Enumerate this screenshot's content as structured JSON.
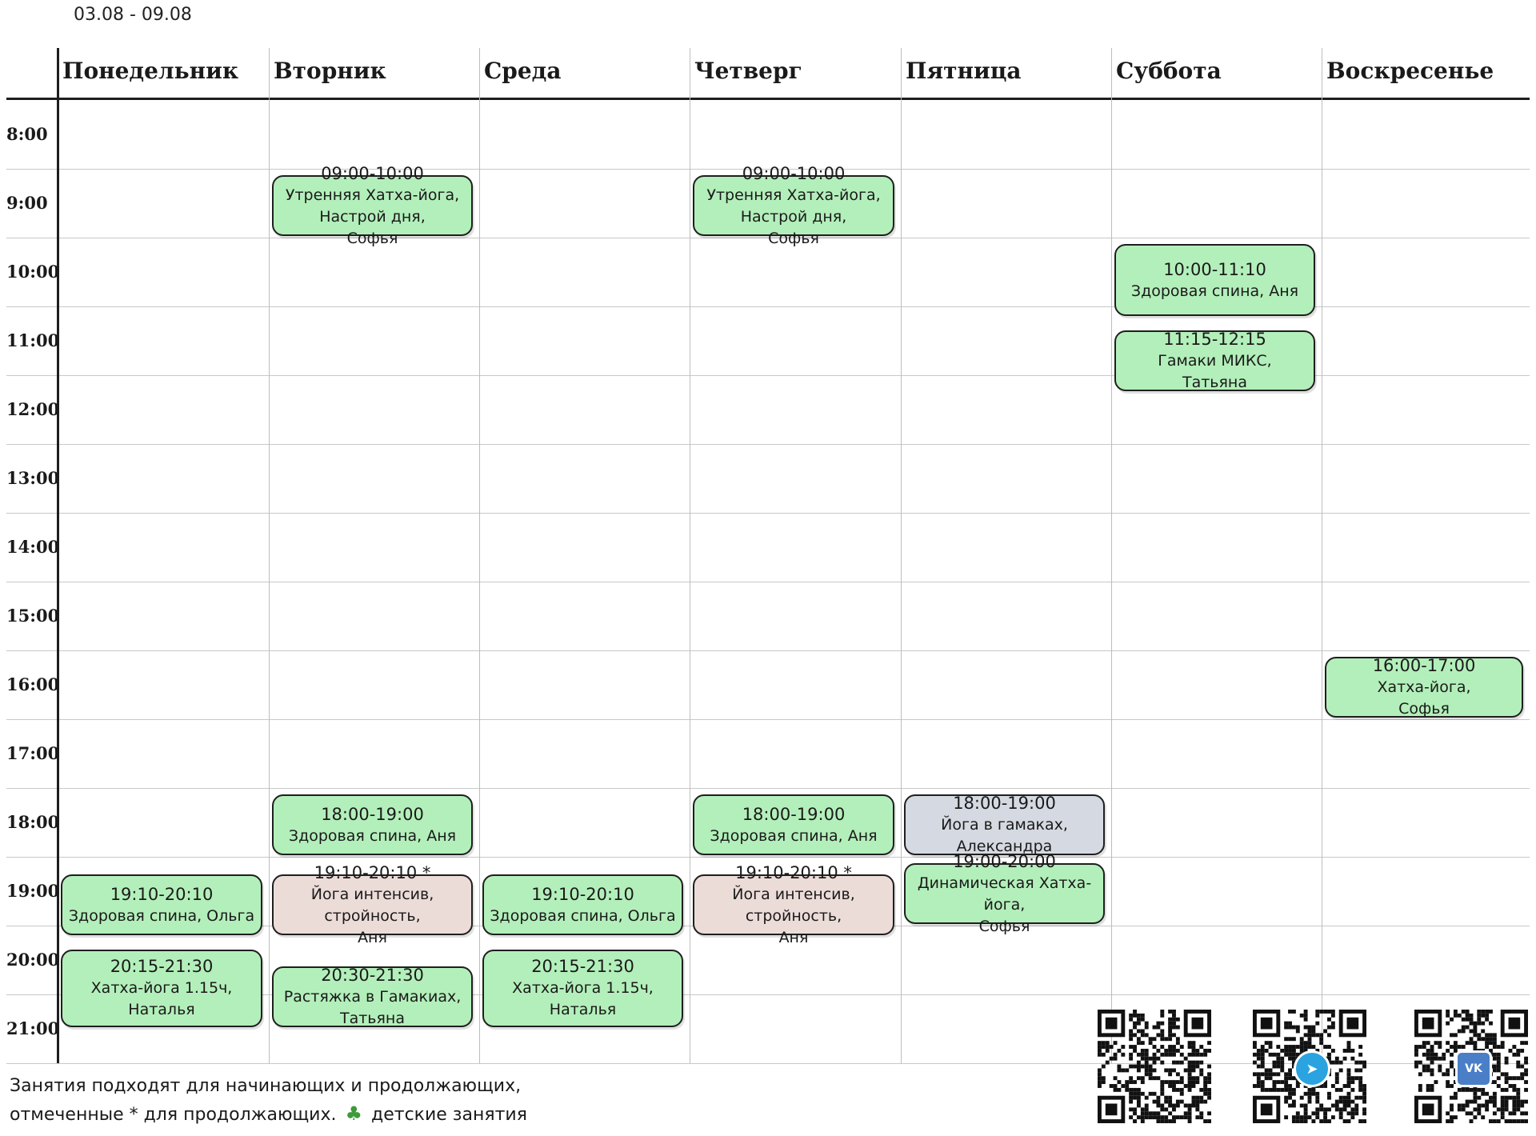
{
  "date_range": "03.08 - 09.08",
  "days": [
    "Понедельник",
    "Вторник",
    "Среда",
    "Четверг",
    "Пятница",
    "Суббота",
    "Воскресенье"
  ],
  "hours": [
    "8:00",
    "9:00",
    "10:00",
    "11:00",
    "12:00",
    "13:00",
    "14:00",
    "15:00",
    "16:00",
    "17:00",
    "18:00",
    "19:00",
    "20:00",
    "21:00"
  ],
  "colors": {
    "green": "#b3efba",
    "pink": "#ecdcd8",
    "gray": "#d5d9e1",
    "grid_line": "#c8c8c8",
    "border": "#1f1f1f"
  },
  "events": [
    {
      "day": 0,
      "start": "19:10",
      "end": "20:10",
      "time": "19:10-20:10",
      "lines": [
        "Здоровая спина, Ольга"
      ],
      "color": "green"
    },
    {
      "day": 0,
      "start": "20:15",
      "end": "21:30",
      "time": "20:15-21:30",
      "lines": [
        "Хатха-йога 1.15ч,",
        "Наталья"
      ],
      "color": "green"
    },
    {
      "day": 1,
      "start": "09:00",
      "end": "10:00",
      "time": "09:00-10:00",
      "lines": [
        "Утренняя Хатха-йога,",
        "Настрой дня,",
        "Софья"
      ],
      "color": "green"
    },
    {
      "day": 1,
      "start": "18:00",
      "end": "19:00",
      "time": "18:00-19:00",
      "lines": [
        "Здоровая спина, Аня"
      ],
      "color": "green"
    },
    {
      "day": 1,
      "start": "19:10",
      "end": "20:10",
      "time": "19:10-20:10 *",
      "lines": [
        "Йога интенсив,",
        "стройность,",
        "Аня"
      ],
      "color": "pink"
    },
    {
      "day": 1,
      "start": "20:30",
      "end": "21:30",
      "time": "20:30-21:30",
      "lines": [
        "Растяжка в Гамакиах,",
        "Татьяна"
      ],
      "color": "green"
    },
    {
      "day": 2,
      "start": "19:10",
      "end": "20:10",
      "time": "19:10-20:10",
      "lines": [
        "Здоровая спина, Ольга"
      ],
      "color": "green"
    },
    {
      "day": 2,
      "start": "20:15",
      "end": "21:30",
      "time": "20:15-21:30",
      "lines": [
        "Хатха-йога 1.15ч,",
        "Наталья"
      ],
      "color": "green"
    },
    {
      "day": 3,
      "start": "09:00",
      "end": "10:00",
      "time": "09:00-10:00",
      "lines": [
        "Утренняя Хатха-йога,",
        "Настрой дня,",
        "Софья"
      ],
      "color": "green"
    },
    {
      "day": 3,
      "start": "18:00",
      "end": "19:00",
      "time": "18:00-19:00",
      "lines": [
        "Здоровая спина, Аня"
      ],
      "color": "green"
    },
    {
      "day": 3,
      "start": "19:10",
      "end": "20:10",
      "time": "19:10-20:10 *",
      "lines": [
        "Йога интенсив,",
        "стройность,",
        "Аня"
      ],
      "color": "pink"
    },
    {
      "day": 4,
      "start": "18:00",
      "end": "19:00",
      "time": "18:00-19:00",
      "lines": [
        "Йога в гамаках,",
        "Александра"
      ],
      "color": "gray"
    },
    {
      "day": 4,
      "start": "19:00",
      "end": "20:00",
      "time": "19:00-20:00",
      "lines": [
        "Динамическая Хатха-",
        "йога,",
        "Софья"
      ],
      "color": "green"
    },
    {
      "day": 5,
      "start": "10:00",
      "end": "11:10",
      "time": "10:00-11:10",
      "lines": [
        "Здоровая спина, Аня"
      ],
      "color": "green"
    },
    {
      "day": 5,
      "start": "11:15",
      "end": "12:15",
      "time": "11:15-12:15",
      "lines": [
        "Гамаки МИКС,",
        "Татьяна"
      ],
      "color": "green"
    },
    {
      "day": 6,
      "start": "16:00",
      "end": "17:00",
      "time": "16:00-17:00",
      "lines": [
        "Хатха-йога,",
        "Софья"
      ],
      "color": "green"
    }
  ],
  "footer": {
    "line1": "Занятия подходят для начинающих и продолжающих,",
    "line2_a": "отмеченные * для продолжающих.",
    "clover_icon": "clover-icon",
    "line2_b": "детские занятия"
  },
  "qr_codes": [
    {
      "name": "qr-code",
      "badge": ""
    },
    {
      "name": "qr-code-telegram",
      "badge": "telegram-icon",
      "badge_color": "#2aa3e0"
    },
    {
      "name": "qr-code-vk",
      "badge": "vk-icon",
      "badge_label": "VK",
      "badge_color": "#4a7fc7"
    }
  ]
}
